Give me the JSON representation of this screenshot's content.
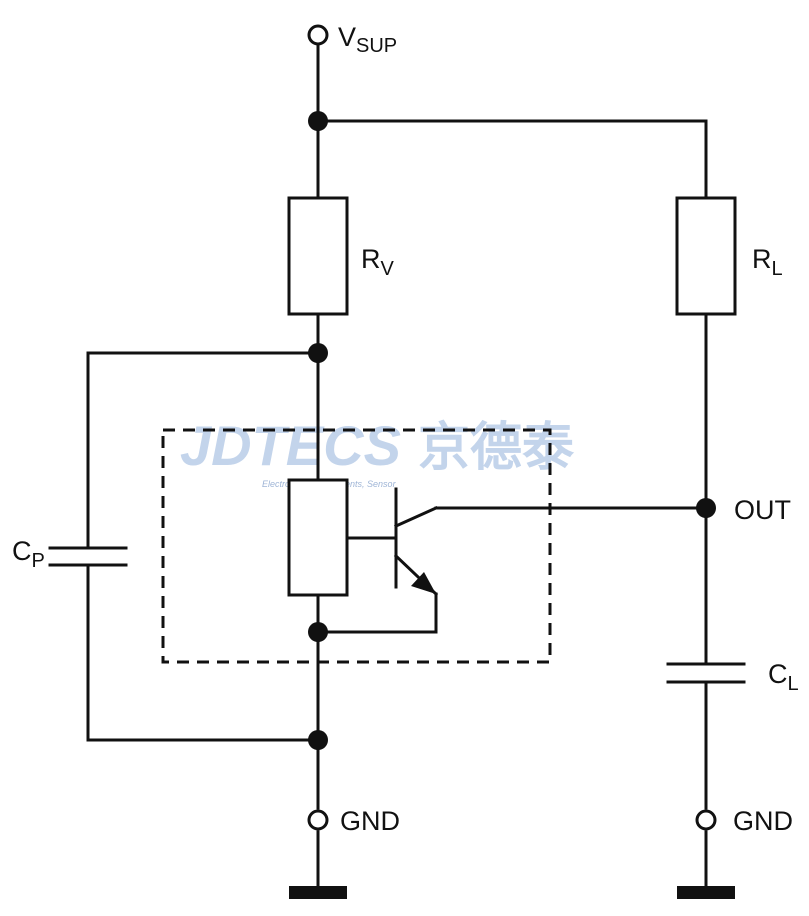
{
  "labels": {
    "vsup": {
      "main": "V",
      "sub": "SUP"
    },
    "rv": {
      "main": "R",
      "sub": "V"
    },
    "rl": {
      "main": "R",
      "sub": "L"
    },
    "cp": {
      "main": "C",
      "sub": "P"
    },
    "cl": {
      "main": "C",
      "sub": "L"
    },
    "out": "OUT",
    "gnd_left": "GND",
    "gnd_right": "GND"
  },
  "watermark": {
    "brand": "JDTECS",
    "chinese": "京德泰",
    "tagline": "Electronics, Components, Sensor"
  },
  "colors": {
    "line": "#111111",
    "watermark": "#b9cde8"
  }
}
